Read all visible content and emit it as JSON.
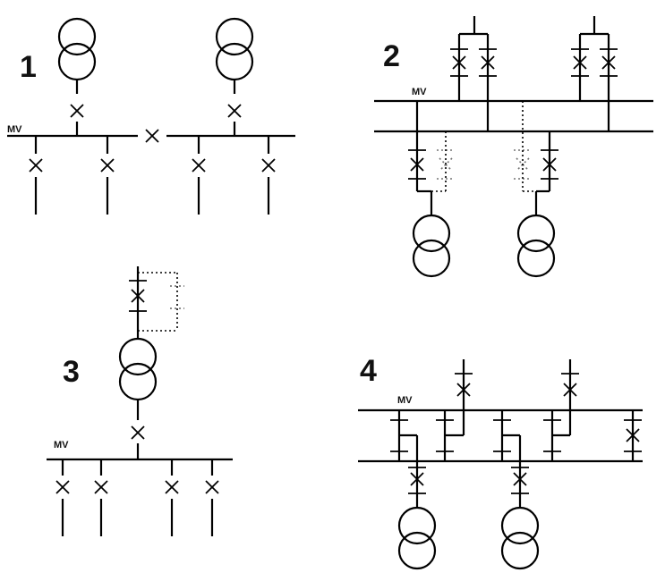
{
  "diagrams": [
    {
      "number": "1",
      "bus_label": "MV"
    },
    {
      "number": "2",
      "bus_label": "MV"
    },
    {
      "number": "3",
      "bus_label": "MV"
    },
    {
      "number": "4",
      "bus_label": "MV"
    }
  ]
}
